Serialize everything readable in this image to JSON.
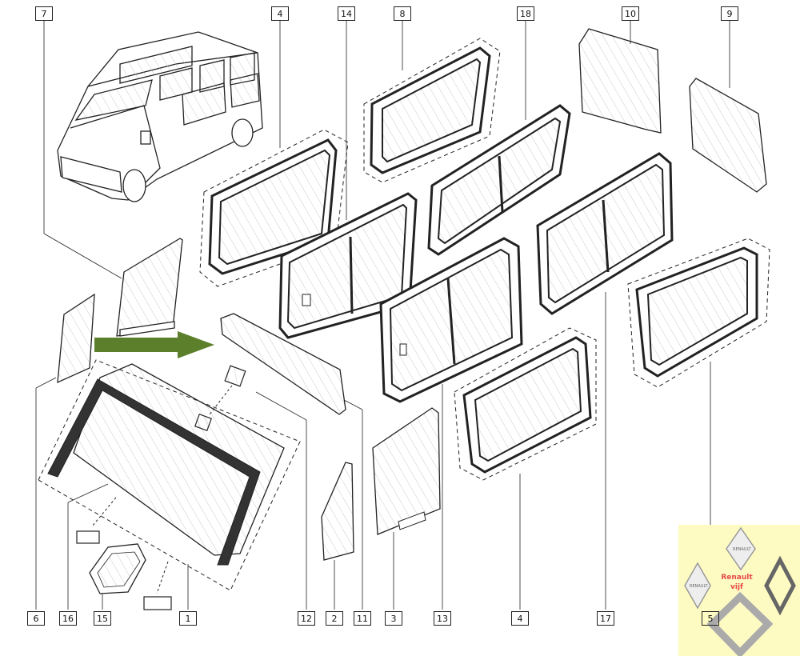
{
  "diagram": {
    "callouts": {
      "top": [
        "7",
        "4",
        "14",
        "8",
        "18",
        "10",
        "9"
      ],
      "bottom": [
        "6",
        "16",
        "15",
        "1",
        "12",
        "2",
        "11",
        "3",
        "13",
        "4",
        "17",
        "5"
      ]
    }
  },
  "logo": {
    "line1": "Renault",
    "line2": "vijf",
    "text_color": "#e8474a",
    "background": "#fdfbc2"
  },
  "colors": {
    "arrow": "#5b7f2a",
    "line": "#222222"
  }
}
